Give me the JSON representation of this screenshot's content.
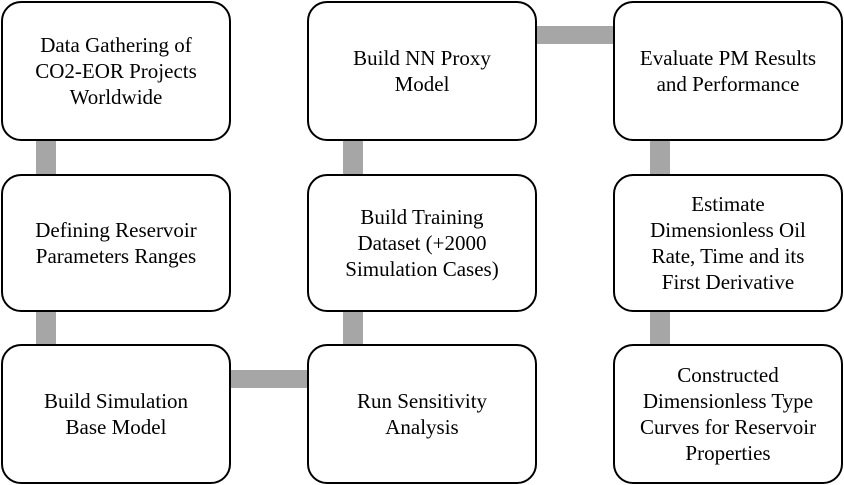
{
  "diagram": {
    "colors": {
      "box_border": "#000000",
      "box_fill": "#ffffff",
      "connector": "#a6a6a6",
      "text": "#000000"
    },
    "boxes": [
      {
        "id": "data-gathering",
        "label": "Data Gathering of\nCO2-EOR Projects\nWorldwide"
      },
      {
        "id": "defining-ranges",
        "label": "Defining Reservoir\nParameters Ranges"
      },
      {
        "id": "build-simulation",
        "label": "Build Simulation\nBase Model"
      },
      {
        "id": "run-sensitivity",
        "label": "Run Sensitivity\nAnalysis"
      },
      {
        "id": "build-training",
        "label": "Build Training\nDataset (+2000\nSimulation Cases)"
      },
      {
        "id": "build-nn",
        "label": "Build NN Proxy\nModel"
      },
      {
        "id": "evaluate-pm",
        "label": "Evaluate PM Results\nand Performance"
      },
      {
        "id": "estimate-dimensionless",
        "label": "Estimate\nDimensionless Oil\nRate, Time and its\nFirst Derivative"
      },
      {
        "id": "constructed-curves",
        "label": "Constructed\nDimensionless Type\nCurves for Reservoir\nProperties"
      }
    ]
  }
}
